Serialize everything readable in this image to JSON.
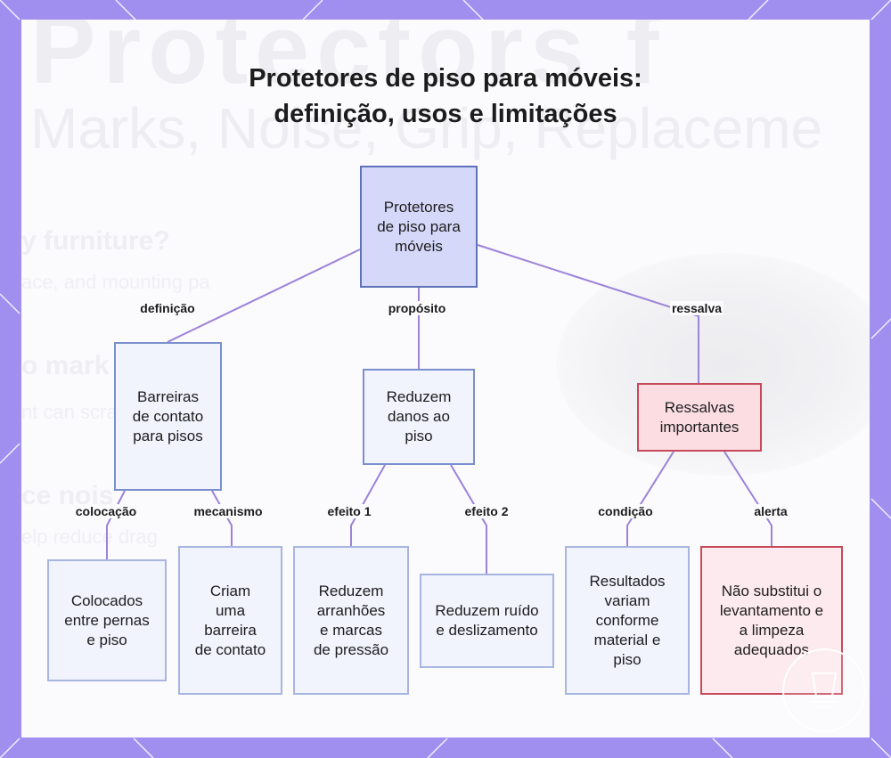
{
  "title": {
    "line1": "Protetores de piso para móveis:",
    "line2": "definição, usos e limitações"
  },
  "background_ghost_text": {
    "line1": "Protectors f",
    "line2": "Marks, Noise, Grip, Replaceme",
    "line3": "y furniture?",
    "line4": "ace, and mounting pa",
    "line5": "o mark",
    "line6": "nt can scratch floors",
    "line7": "ce nois",
    "line8": "elp reduce drag"
  },
  "nodes": {
    "root": "Protetores de piso para móveis",
    "barreiras": "Barreiras de contato para pisos",
    "reduzem_danos": "Reduzem danos ao piso",
    "ressalvas": "Ressalvas importantes",
    "colocados": "Colocados entre pernas e piso",
    "criam": "Criam uma barreira de contato",
    "arranhoes": "Reduzem arranhões e marcas de pressão",
    "ruido": "Reduzem ruído e deslizamento",
    "resultados": "Resultados variam conforme material e piso",
    "nao_substitui": "Não substitui o levantamento e a limpeza adequados"
  },
  "edge_labels": {
    "definicao": "definição",
    "proposito": "propósito",
    "ressalva": "ressalva",
    "colocacao": "colocação",
    "mecanismo": "mecanismo",
    "efeito1": "efeito 1",
    "efeito2": "efeito 2",
    "condicao": "condição",
    "alerta": "alerta"
  },
  "colors": {
    "frame": "#a18ff0",
    "edge": "#9b83d9",
    "root_fill": "#d5d8f9",
    "node_fill": "#f1f3fd",
    "warn_fill": "#fbdde2",
    "warn_border": "#c64a5a"
  },
  "icons": {
    "badge": "watermark-badge-icon"
  }
}
